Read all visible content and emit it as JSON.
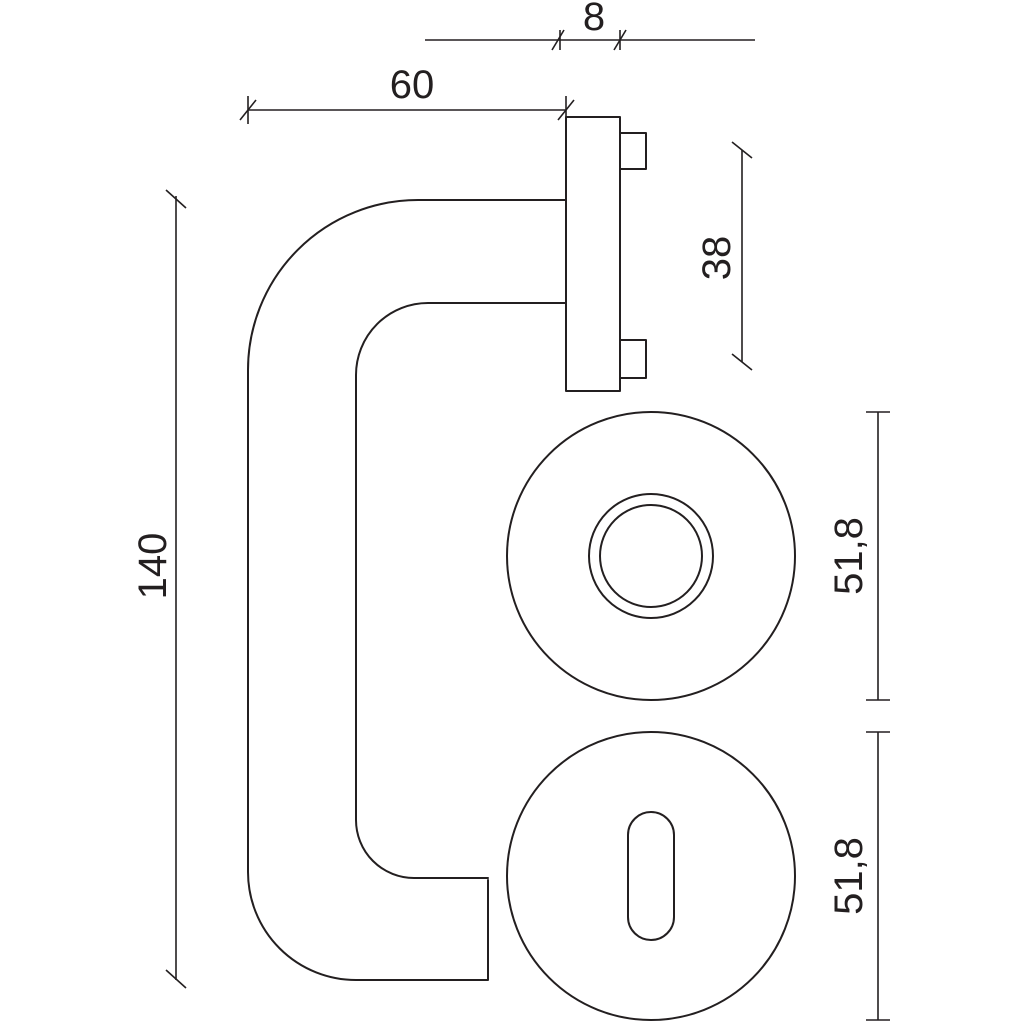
{
  "drawing": {
    "line_color": "#231f20",
    "background": "#ffffff",
    "dimensions": {
      "rose_depth": "8",
      "lever_projection": "60",
      "screw_spacing": "38",
      "lever_length": "140",
      "rose_diameter": "51,8",
      "escutcheon_diameter": "51,8"
    }
  }
}
